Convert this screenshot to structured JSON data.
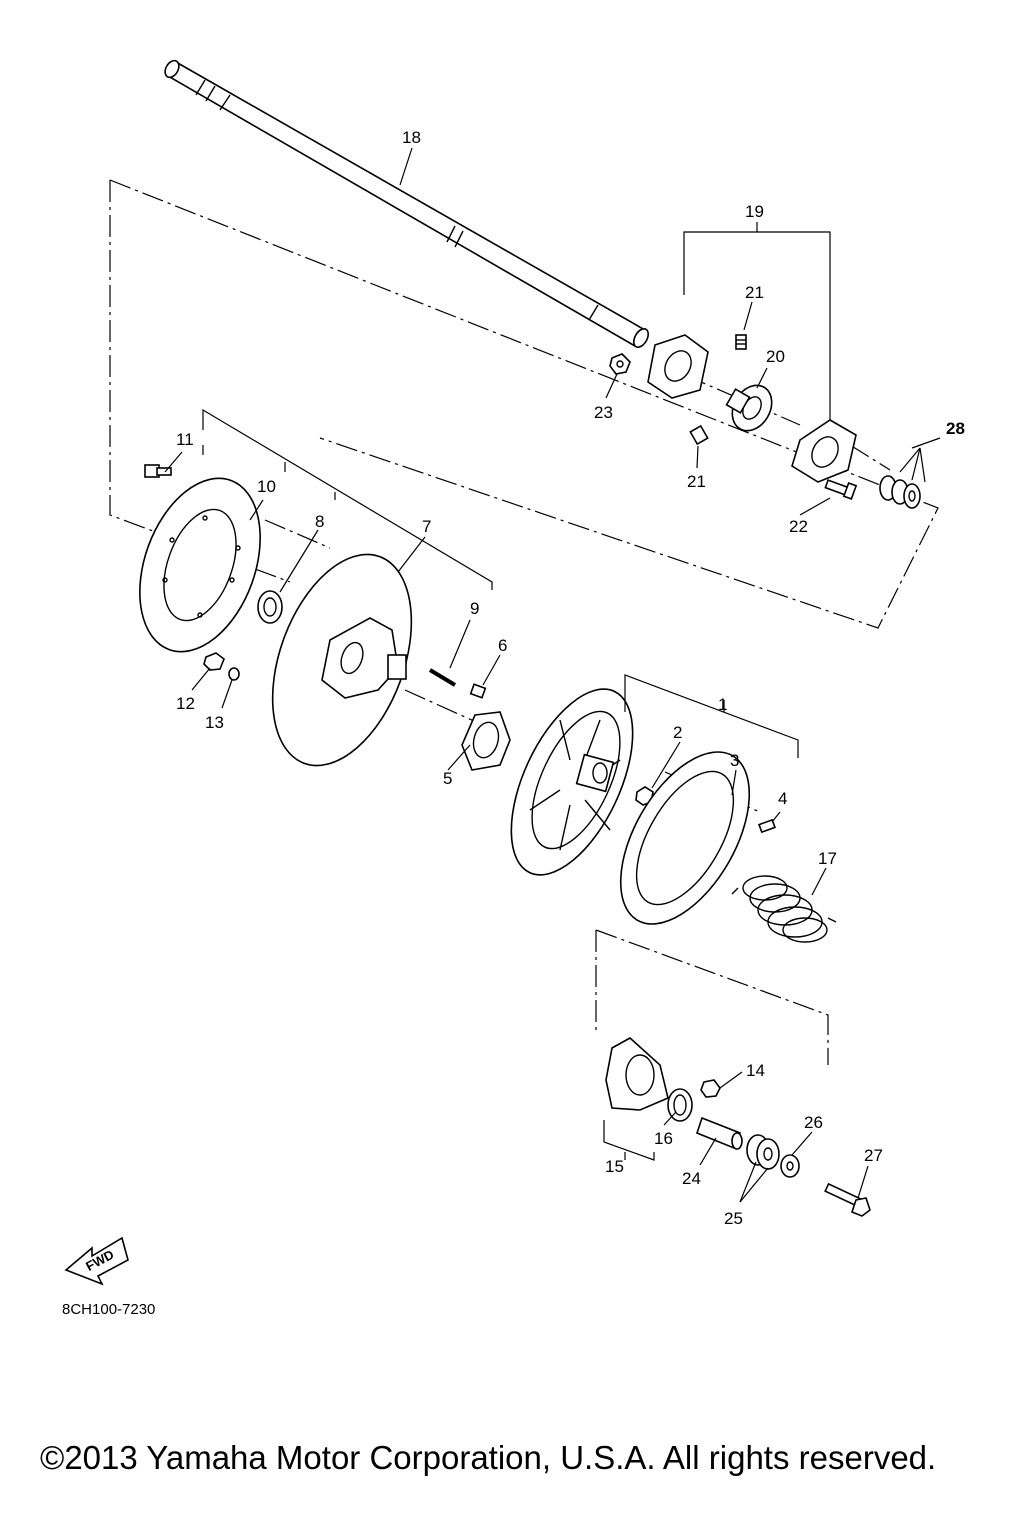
{
  "callouts": [
    {
      "id": "1",
      "text": "1"
    },
    {
      "id": "2",
      "text": "2"
    },
    {
      "id": "3",
      "text": "3"
    },
    {
      "id": "4",
      "text": "4"
    },
    {
      "id": "5",
      "text": "5"
    },
    {
      "id": "6",
      "text": "6"
    },
    {
      "id": "7",
      "text": "7"
    },
    {
      "id": "8",
      "text": "8"
    },
    {
      "id": "9",
      "text": "9"
    },
    {
      "id": "10",
      "text": "10"
    },
    {
      "id": "11",
      "text": "11"
    },
    {
      "id": "12",
      "text": "12"
    },
    {
      "id": "13",
      "text": "13"
    },
    {
      "id": "14",
      "text": "14"
    },
    {
      "id": "15",
      "text": "15"
    },
    {
      "id": "16",
      "text": "16"
    },
    {
      "id": "17",
      "text": "17"
    },
    {
      "id": "18",
      "text": "18"
    },
    {
      "id": "19",
      "text": "19"
    },
    {
      "id": "20",
      "text": "20"
    },
    {
      "id": "21a",
      "text": "21"
    },
    {
      "id": "21b",
      "text": "21"
    },
    {
      "id": "22",
      "text": "22"
    },
    {
      "id": "23",
      "text": "23"
    },
    {
      "id": "24",
      "text": "24"
    },
    {
      "id": "25",
      "text": "25"
    },
    {
      "id": "26",
      "text": "26"
    },
    {
      "id": "27",
      "text": "27"
    },
    {
      "id": "28",
      "text": "28"
    }
  ],
  "fwd_label": "FWD",
  "diagram_code": "8CH100-7230",
  "copyright": "©2013 Yamaha Motor Corporation, U.S.A. All rights reserved."
}
